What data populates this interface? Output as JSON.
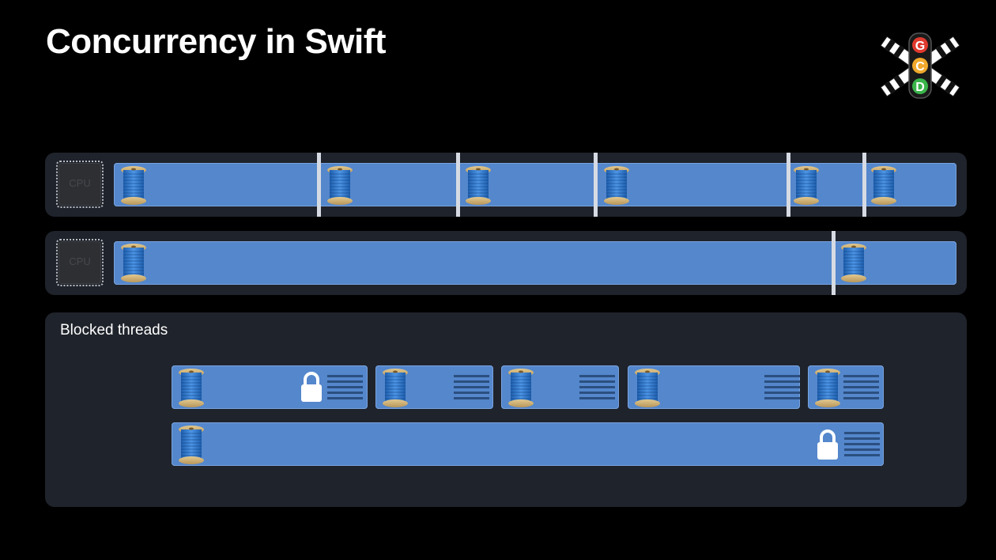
{
  "title": "Concurrency in Swift",
  "logo": {
    "letters": [
      "G",
      "C",
      "D"
    ],
    "colors": [
      "#e03a2f",
      "#f0a92b",
      "#3ab54a"
    ]
  },
  "cpu_rows": [
    {
      "chip_label": "CPU"
    },
    {
      "chip_label": "CPU"
    }
  ],
  "blocked": {
    "label": "Blocked threads"
  },
  "colors": {
    "background": "#000000",
    "panel": "#1f232b",
    "thread": "#5487cc",
    "divider": "#d6dbe3",
    "lock": "#ffffff"
  }
}
